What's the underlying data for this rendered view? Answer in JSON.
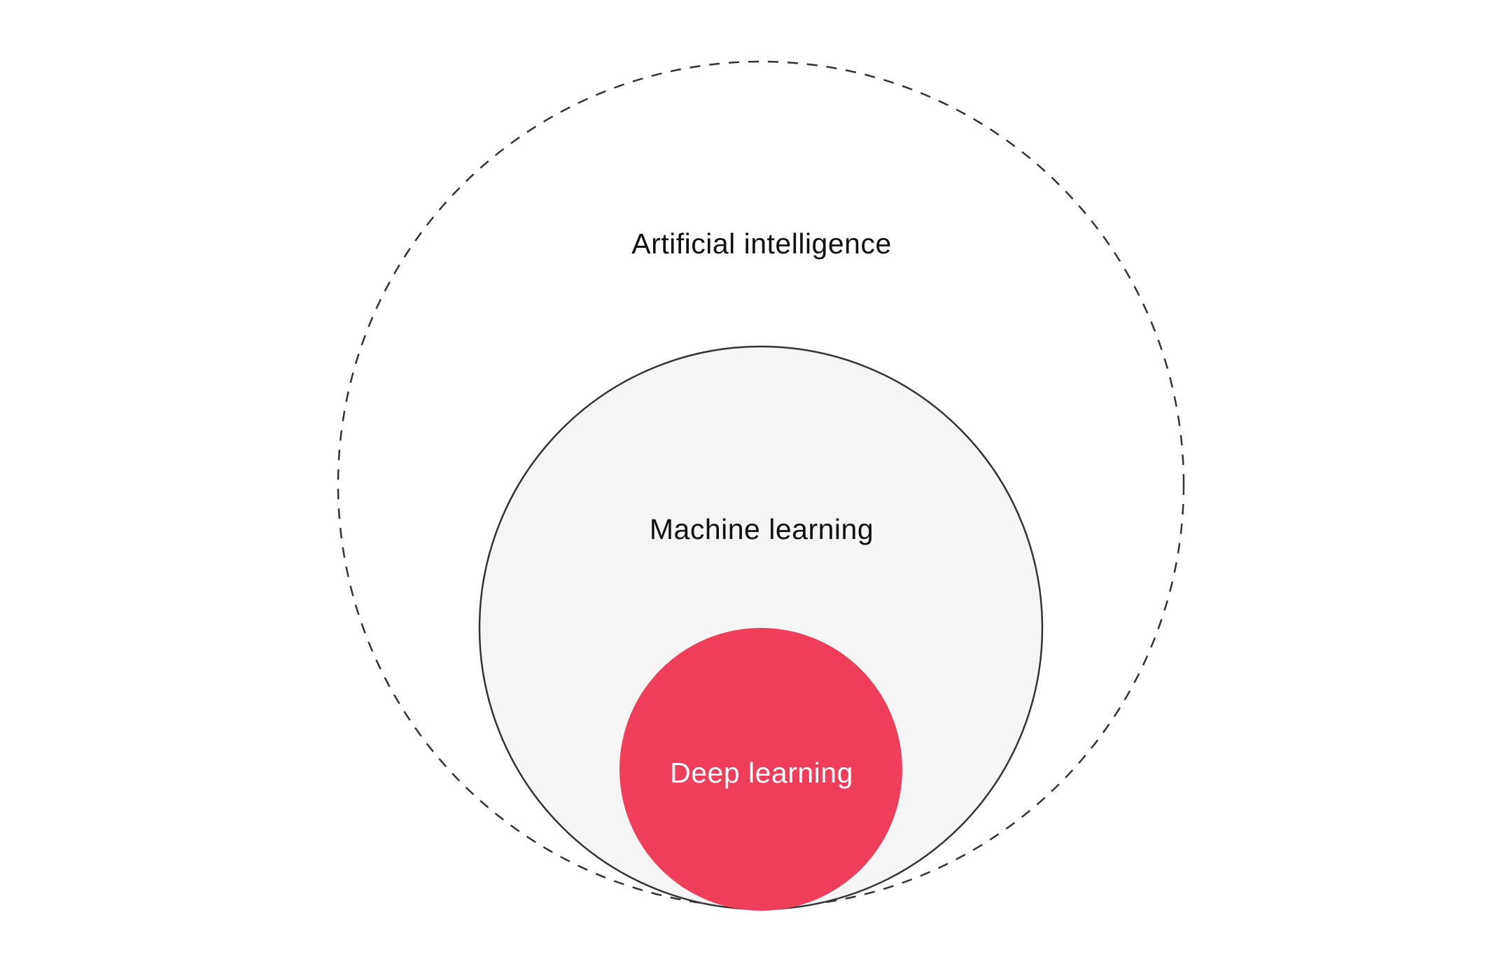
{
  "diagram": {
    "outer": {
      "label": "Artificial intelligence",
      "border_style": "dashed",
      "stroke_color": "#333333",
      "fill_color": "#ffffff",
      "text_color": "#111111"
    },
    "middle": {
      "label": "Machine learning",
      "border_style": "solid",
      "stroke_color": "#333333",
      "fill_color": "#f5f5f5",
      "text_color": "#111111"
    },
    "inner": {
      "label": "Deep learning",
      "border_style": "none",
      "fill_color": "#ef3e5a",
      "text_color": "#ffffff"
    }
  }
}
